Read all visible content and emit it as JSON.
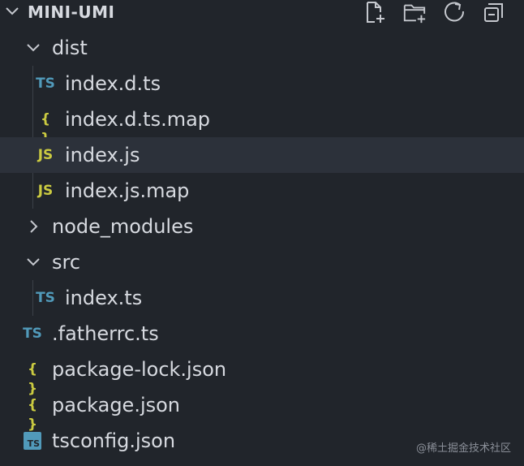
{
  "explorer": {
    "title": "MINI-UMI",
    "actions": [
      {
        "name": "new-file-icon"
      },
      {
        "name": "new-folder-icon"
      },
      {
        "name": "refresh-icon"
      },
      {
        "name": "collapse-all-icon"
      }
    ]
  },
  "tree": [
    {
      "label": "dist",
      "type": "folder",
      "expanded": true
    },
    {
      "label": "index.d.ts",
      "icon_text": "TS",
      "icon": "typescript-icon"
    },
    {
      "label": "index.d.ts.map",
      "icon_text": "{ }",
      "icon": "json-icon"
    },
    {
      "label": "index.js",
      "icon_text": "JS",
      "icon": "javascript-icon"
    },
    {
      "label": "index.js.map",
      "icon_text": "JS",
      "icon": "javascript-icon"
    },
    {
      "label": "node_modules",
      "type": "folder",
      "expanded": false
    },
    {
      "label": "src",
      "type": "folder",
      "expanded": true
    },
    {
      "label": "index.ts",
      "icon_text": "TS",
      "icon": "typescript-icon"
    },
    {
      "label": ".fatherrc.ts",
      "icon_text": "TS",
      "icon": "typescript-icon"
    },
    {
      "label": "package-lock.json",
      "icon_text": "{ }",
      "icon": "json-icon"
    },
    {
      "label": "package.json",
      "icon_text": "{ }",
      "icon": "json-icon"
    },
    {
      "label": "tsconfig.json",
      "icon_text": "TS",
      "icon": "tsconfig-icon"
    }
  ],
  "watermark": "@稀土掘金技术社区",
  "colors": {
    "background": "#21252b",
    "selected_row": "#2c313a",
    "typescript": "#519aba",
    "json": "#cbcb41",
    "text": "#d7dae0"
  }
}
